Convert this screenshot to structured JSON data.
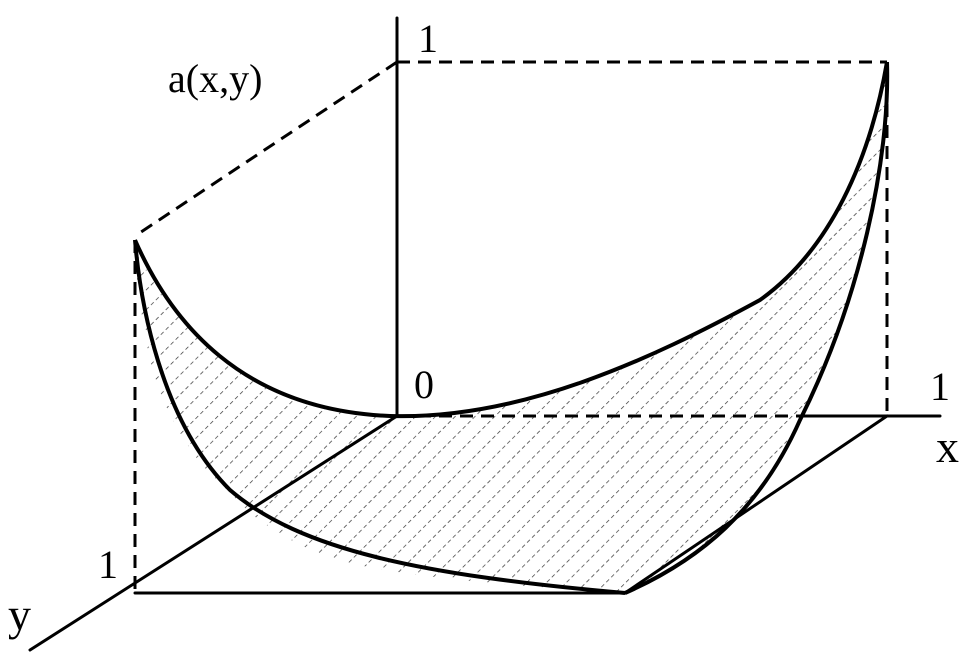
{
  "labels": {
    "function": "a(x,y)",
    "x_axis": "x",
    "y_axis": "y",
    "origin": "0",
    "z_tick": "1",
    "x_tick": "1",
    "y_tick": "1"
  },
  "colors": {
    "ink": "#000000",
    "background": "#ffffff",
    "hatch": "#333333"
  }
}
